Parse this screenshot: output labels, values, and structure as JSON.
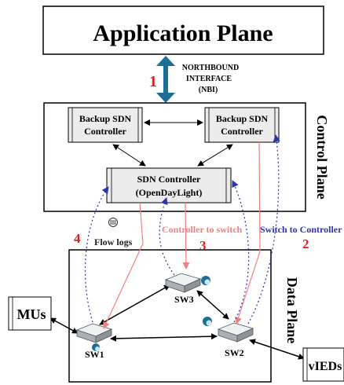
{
  "application_plane": {
    "title": "Application Plane"
  },
  "northbound": {
    "label_lines": [
      "NORTHBOUND",
      "INTERFACE",
      "(NBI)"
    ],
    "step": "1"
  },
  "control_plane": {
    "label": "Control Plane",
    "backup_left": [
      "Backup SDN",
      "Controller"
    ],
    "backup_right": [
      "Backup SDN",
      "Controller"
    ],
    "sdn_controller": [
      "SDN Controller",
      "(OpenDayLight)"
    ]
  },
  "data_plane": {
    "label": "Data Plane"
  },
  "switches": {
    "sw1": "SW1",
    "sw2": "SW2",
    "sw3": "SW3"
  },
  "devices": {
    "mus": "MUs",
    "vieds": "vIEDs"
  },
  "flows": {
    "flow_logs": "Flow logs",
    "step4": "4",
    "controller_to_switch": "Controller to switch",
    "step3": "3",
    "switch_to_controller": "Switch to Controller",
    "step2": "2"
  },
  "colors": {
    "nbi_arrow": "#1b6f96",
    "step_red": "#e02020",
    "pink": "#f08080",
    "blue_dotted": "#2a35b0",
    "black": "#000000",
    "box_fill": "#ececec",
    "switch_body": "#cfd3d6"
  }
}
